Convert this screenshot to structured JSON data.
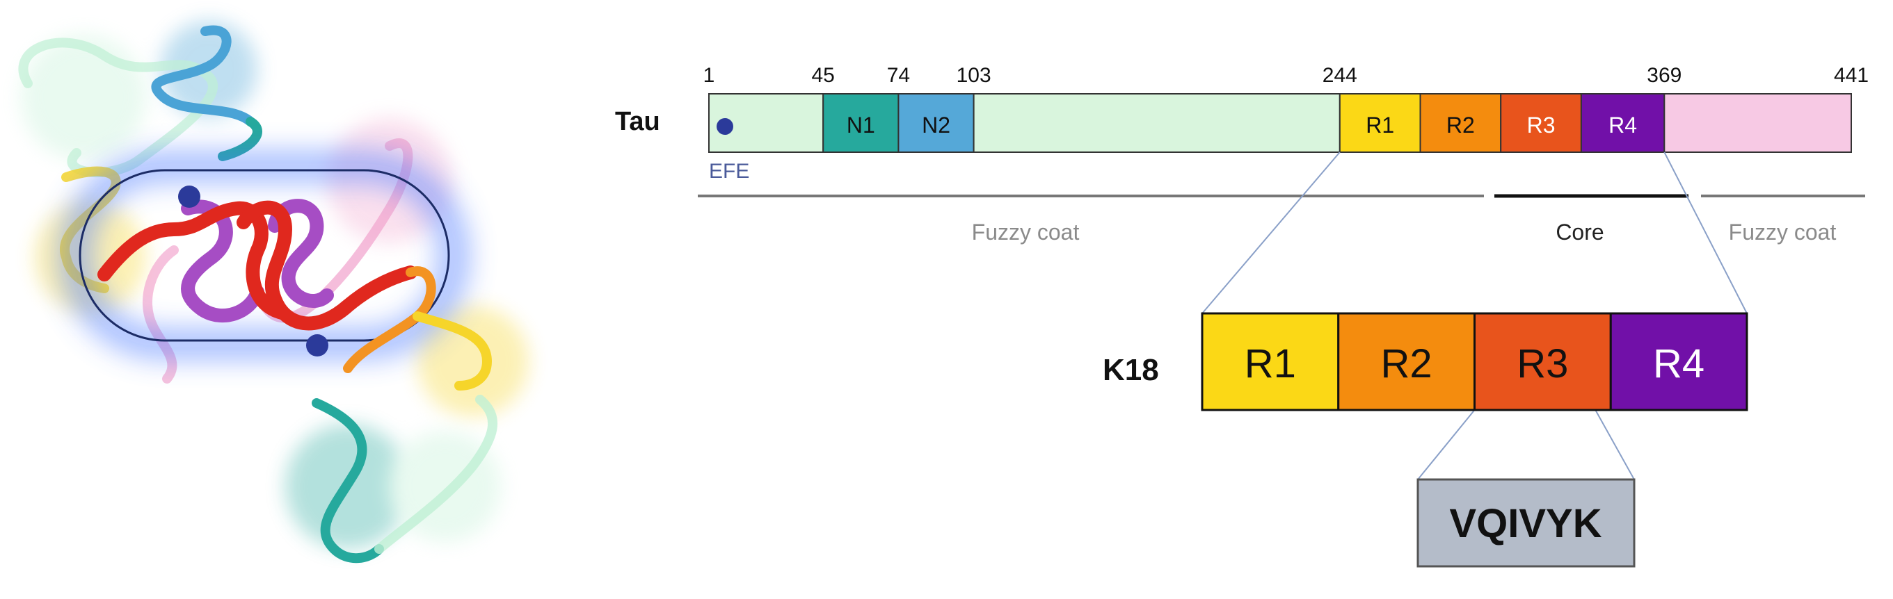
{
  "tau": {
    "label": "Tau",
    "positions": [
      "1",
      "45",
      "74",
      "103",
      "244",
      "369",
      "441"
    ],
    "segments": [
      {
        "key": "nterm",
        "label": "",
        "start": 1,
        "end": 45,
        "color": "#d9f5dd"
      },
      {
        "key": "n1",
        "label": "N1",
        "start": 45,
        "end": 74,
        "color": "#26a99d"
      },
      {
        "key": "n2",
        "label": "N2",
        "start": 74,
        "end": 103,
        "color": "#55a8d8"
      },
      {
        "key": "prd",
        "label": "",
        "start": 103,
        "end": 244,
        "color": "#d9f5dd"
      },
      {
        "key": "r1",
        "label": "R1",
        "start": 244,
        "end": 275,
        "color": "#fbd816"
      },
      {
        "key": "r2",
        "label": "R2",
        "start": 275,
        "end": 306,
        "color": "#f48c0e"
      },
      {
        "key": "r3",
        "label": "R3",
        "start": 306,
        "end": 337,
        "color": "#e8541c"
      },
      {
        "key": "r4",
        "label": "R4",
        "start": 337,
        "end": 369,
        "color": "#7110a8"
      },
      {
        "key": "cterm",
        "label": "",
        "start": 369,
        "end": 441,
        "color": "#f7c9e4"
      }
    ],
    "efe_label": "EFE",
    "dot_color": "#2b3a9a"
  },
  "regions": [
    {
      "key": "fuzzy-coat-left",
      "label": "Fuzzy coat",
      "color": "#777777",
      "text_color": "#8a8a8a"
    },
    {
      "key": "core",
      "label": "Core",
      "color": "#111111",
      "text_color": "#222222"
    },
    {
      "key": "fuzzy-coat-right",
      "label": "Fuzzy coat",
      "color": "#777777",
      "text_color": "#8a8a8a"
    }
  ],
  "k18": {
    "label": "K18",
    "repeats": [
      {
        "label": "R1",
        "color": "#fbd816"
      },
      {
        "label": "R2",
        "color": "#f48c0e"
      },
      {
        "label": "R3",
        "color": "#e8541c"
      },
      {
        "label": "R4",
        "color": "#7110a8"
      }
    ]
  },
  "peptide": {
    "label": "VQIVYK",
    "color": "#b4bcc9"
  },
  "illustration": {
    "colors": {
      "red": "#e0281e",
      "purple": "#a64dc4",
      "pink": "#f2a7cf",
      "yellow": "#f6d52a",
      "orange": "#f39322",
      "teal": "#26a99d",
      "blue": "#4aa3d6",
      "green": "#bff0d4",
      "capsule_glow": "#4d7cff",
      "capsule_outline": "#1c2c66",
      "dot": "#2b3a9a"
    }
  }
}
